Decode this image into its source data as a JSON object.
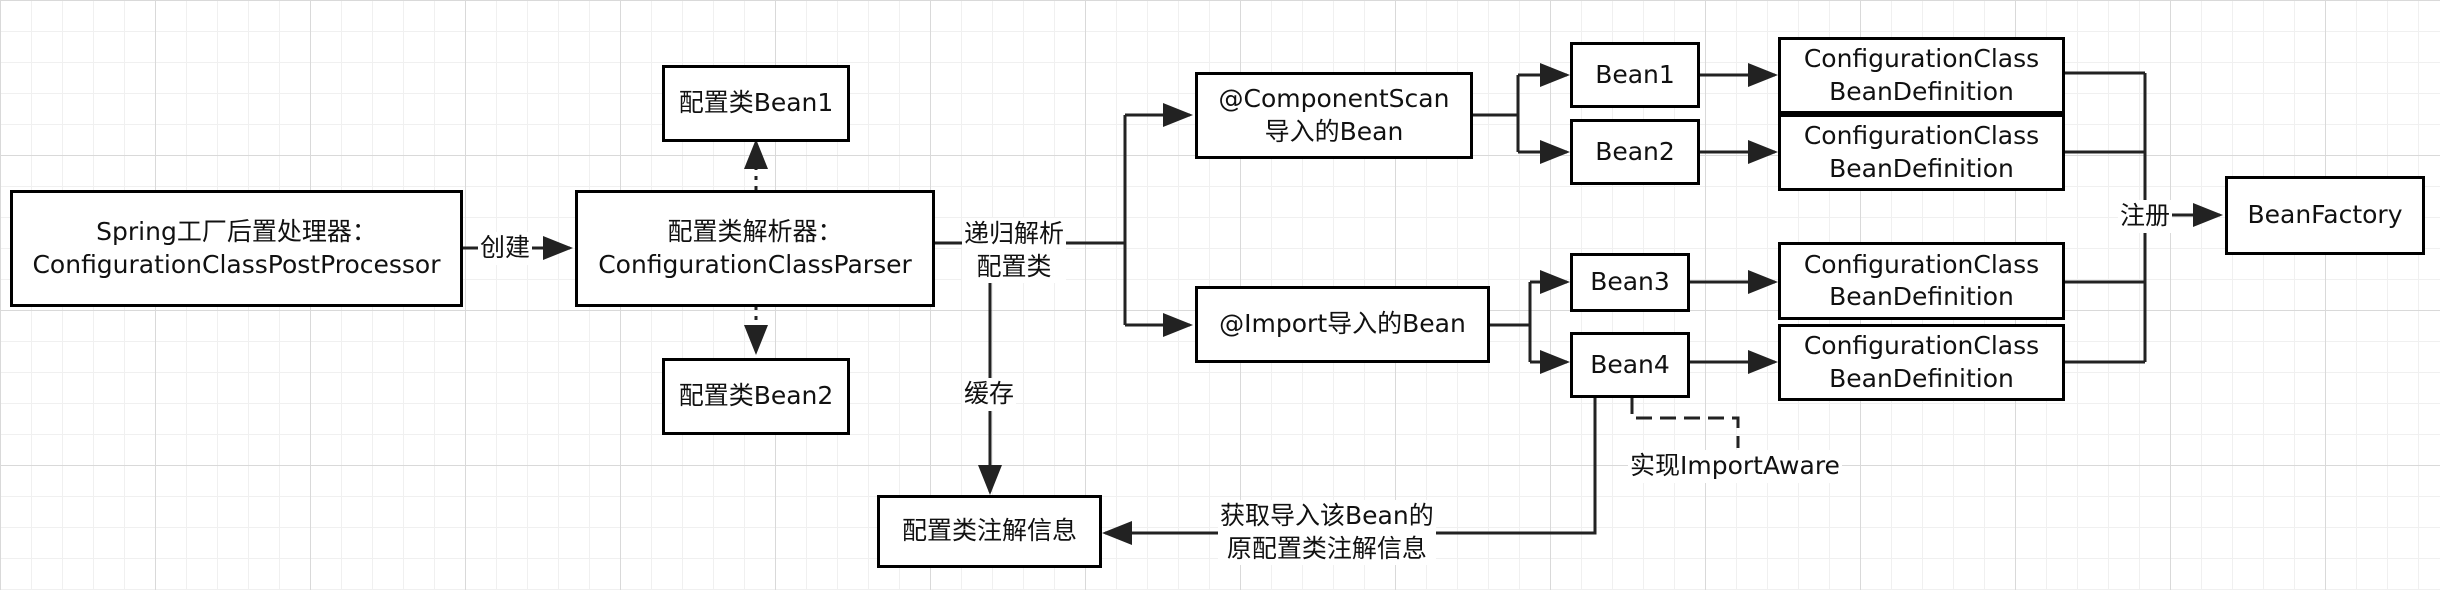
{
  "nodes": {
    "post_processor": {
      "line1": "Spring工厂后置处理器：",
      "line2": "ConfigurationClassPostProcessor"
    },
    "parser": {
      "line1": "配置类解析器：",
      "line2": "ConfigurationClassParser"
    },
    "config_bean1": "配置类Bean1",
    "config_bean2": "配置类Bean2",
    "component_scan": {
      "line1": "@ComponentScan",
      "line2": "导入的Bean"
    },
    "import_bean": "@Import导入的Bean",
    "bean1": "Bean1",
    "bean2": "Bean2",
    "bean3": "Bean3",
    "bean4": "Bean4",
    "cbd1": {
      "line1": "ConfigurationClass",
      "line2": "BeanDefinition"
    },
    "cbd2": {
      "line1": "ConfigurationClass",
      "line2": "BeanDefinition"
    },
    "cbd3": {
      "line1": "ConfigurationClass",
      "line2": "BeanDefinition"
    },
    "cbd4": {
      "line1": "ConfigurationClass",
      "line2": "BeanDefinition"
    },
    "bean_factory": "BeanFactory",
    "annotation_info": "配置类注解信息"
  },
  "edge_labels": {
    "create": "创建",
    "recursive_parse": {
      "line1": "递归解析",
      "line2": "配置类"
    },
    "cache": "缓存",
    "register": "注册",
    "implements_import_aware": "实现ImportAware",
    "get_annotation_info": {
      "line1": "获取导入该Bean的",
      "line2": "原配置类注解信息"
    }
  }
}
